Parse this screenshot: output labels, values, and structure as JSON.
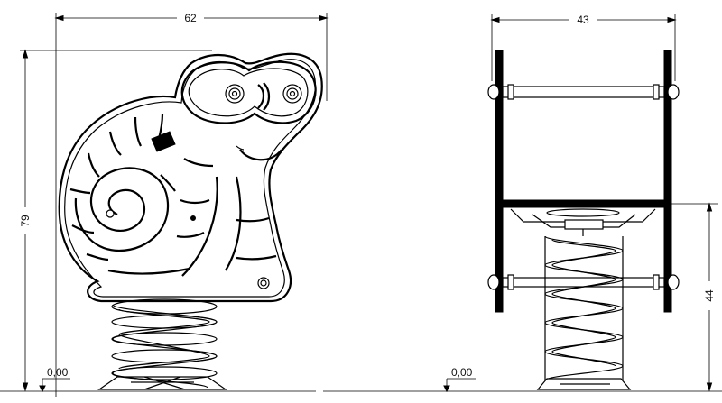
{
  "side_view": {
    "width_dimension": "62",
    "height_dimension": "79",
    "ground_label": "0,00"
  },
  "front_view": {
    "width_dimension": "43",
    "seat_height_dimension": "44",
    "ground_label": "0,00"
  },
  "colors": {
    "line": "#000000",
    "background": "#ffffff"
  }
}
